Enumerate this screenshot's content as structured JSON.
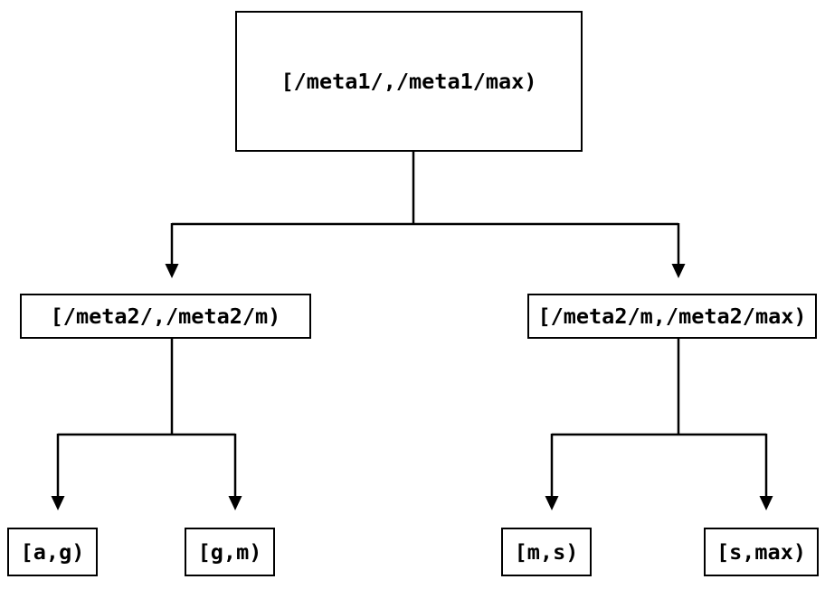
{
  "diagram": {
    "type": "tree",
    "description": "Binary interval-partition tree, two levels of splitting",
    "root": {
      "id": "root",
      "label": "[/meta1/,/meta1/max)"
    },
    "level2": [
      {
        "id": "left_child",
        "label": "[/meta2/,/meta2/m)",
        "parent": "root"
      },
      {
        "id": "right_child",
        "label": "[/meta2/m,/meta2/max)",
        "parent": "root"
      }
    ],
    "leaves": [
      {
        "id": "leaf_a_g",
        "label": "[a,g)",
        "parent": "left_child"
      },
      {
        "id": "leaf_g_m",
        "label": "[g,m)",
        "parent": "left_child"
      },
      {
        "id": "leaf_m_s",
        "label": "[m,s)",
        "parent": "right_child"
      },
      {
        "id": "leaf_s_max",
        "label": "[s,max)",
        "parent": "right_child"
      }
    ],
    "edges": [
      {
        "from": "root",
        "to": "left_child",
        "arrow": "down"
      },
      {
        "from": "root",
        "to": "right_child",
        "arrow": "down"
      },
      {
        "from": "left_child",
        "to": "leaf_a_g",
        "arrow": "down"
      },
      {
        "from": "left_child",
        "to": "leaf_g_m",
        "arrow": "down"
      },
      {
        "from": "right_child",
        "to": "leaf_m_s",
        "arrow": "down"
      },
      {
        "from": "right_child",
        "to": "leaf_s_max",
        "arrow": "down"
      }
    ],
    "colors": {
      "line": "#000000",
      "text": "#000000",
      "box_border": "#000000",
      "box_background": "#ffffff",
      "page_background": "#ffffff"
    }
  }
}
